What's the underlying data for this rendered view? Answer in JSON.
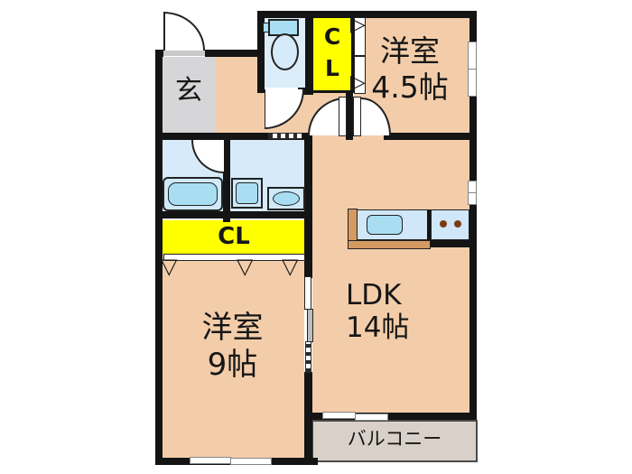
{
  "plan": {
    "rooms": {
      "genkan": {
        "label": "玄"
      },
      "western_45": {
        "name": "洋室",
        "size": "4.5帖"
      },
      "western_9": {
        "name": "洋室",
        "size": "9帖"
      },
      "ldk": {
        "name": "LDK",
        "size": "14帖"
      },
      "balcony": {
        "label": "バルコニー"
      },
      "closet_top": {
        "line1": "C",
        "line2": "L"
      },
      "closet_mid": {
        "label": "CL"
      }
    },
    "symbols": {
      "fold_right": "▷",
      "fold_down": "▽"
    },
    "colors": {
      "room_fill": "#f3cda9",
      "water_floor": "#d7eaf9",
      "fixture_blue": "#a9def2",
      "pale_blue": "#cfe9f8",
      "closet_yellow": "#ffff00",
      "genkan_gray": "#d6d6d8",
      "balcony_gray": "#d9d1c9",
      "wall_black": "#141414",
      "counter_brown": "#d49a62",
      "burner_brown": "#7a3c12"
    }
  }
}
